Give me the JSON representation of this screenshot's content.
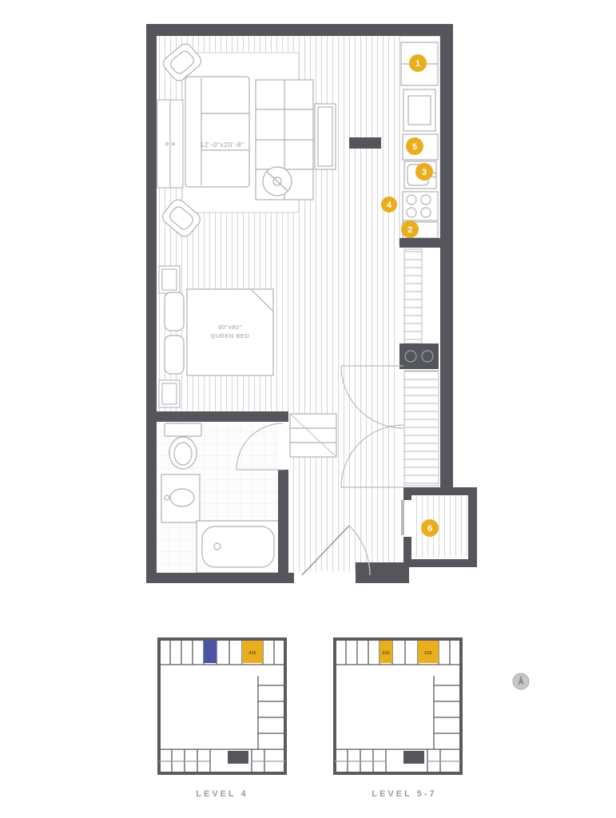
{
  "plan": {
    "living_dimensions": "12'-0\"x20'-8\"",
    "bed_size": "60\"x80\"",
    "bed_label": "QUEEN BED",
    "marker_color": "#E9AE1E",
    "markers": {
      "fridge": "1",
      "oven": "2",
      "sink": "3",
      "range": "4",
      "dishwasher": "5",
      "balcony": "6"
    }
  },
  "key_plans": {
    "left": {
      "label": "LEVEL 4",
      "unit": "415"
    },
    "right": {
      "label": "LEVEL 5-7",
      "unit_a": "515",
      "unit_b": "515"
    }
  }
}
